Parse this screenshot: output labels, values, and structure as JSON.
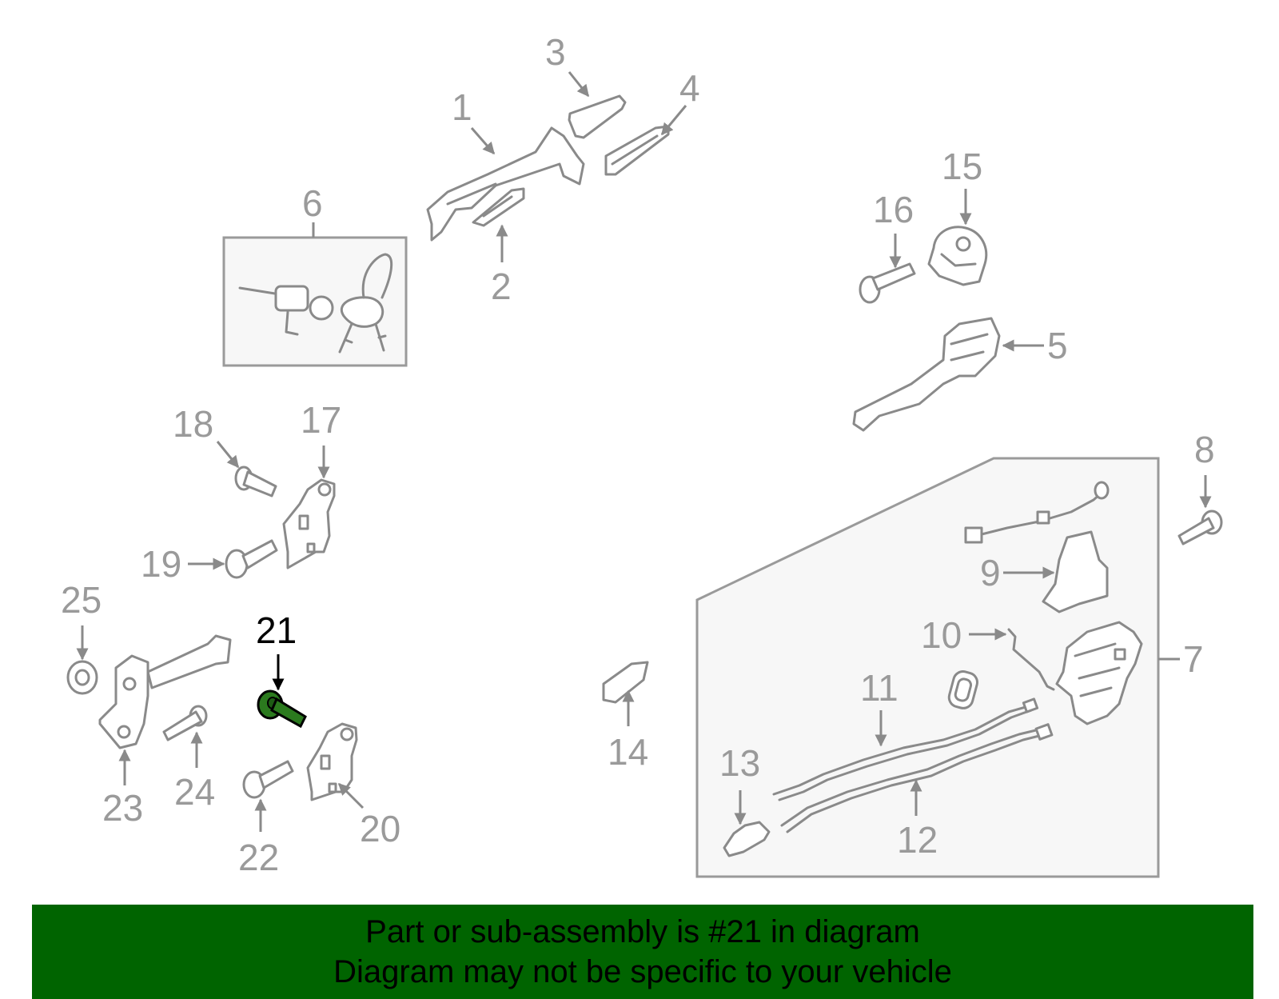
{
  "diagram": {
    "highlighted_part": "21",
    "highlight_color": "#2b7a1e",
    "label_color": "#9a9a9a",
    "labels": {
      "p1": "1",
      "p2": "2",
      "p3": "3",
      "p4": "4",
      "p5": "5",
      "p6": "6",
      "p7": "7",
      "p8": "8",
      "p9": "9",
      "p10": "10",
      "p11": "11",
      "p12": "12",
      "p13": "13",
      "p14": "14",
      "p15": "15",
      "p16": "16",
      "p17": "17",
      "p18": "18",
      "p19": "19",
      "p20": "20",
      "p21": "21",
      "p22": "22",
      "p23": "23",
      "p24": "24",
      "p25": "25"
    }
  },
  "banner": {
    "background": "#006400",
    "line1": "Part or sub-assembly is #21 in diagram",
    "line2": "Diagram may not be specific to your vehicle"
  }
}
